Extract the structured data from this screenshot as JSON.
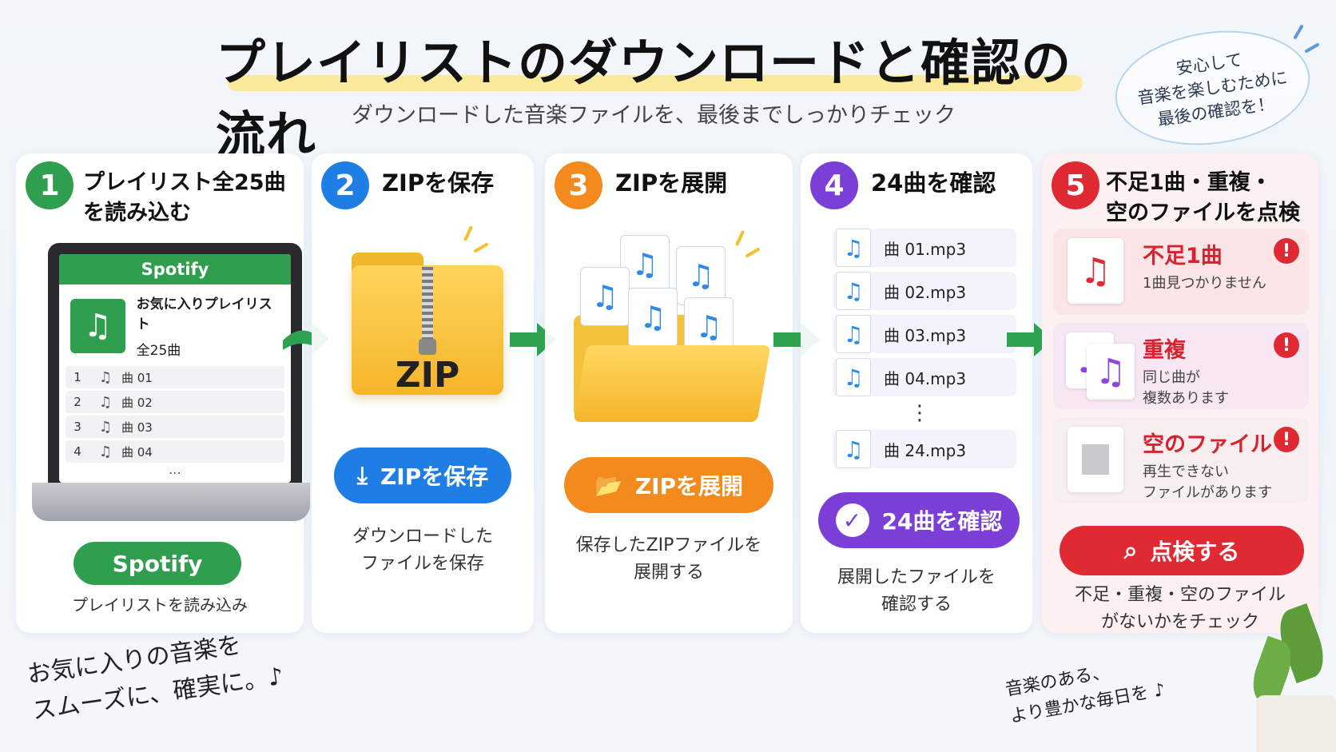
{
  "header": {
    "title": "プレイリストのダウンロードと確認の流れ",
    "subtitle": "ダウンロードした音楽ファイルを、最後までしっかりチェック",
    "bubble_text": "安心して\n音楽を楽しむために\n最後の確認を！"
  },
  "colors": {
    "green": "#2f9e4f",
    "blue": "#1e7ee6",
    "orange": "#f28a1e",
    "purple": "#7b3fd8",
    "red": "#e02a33",
    "arrow": "#2da351"
  },
  "steps": [
    {
      "number": "1",
      "title": "プレイリスト全25曲\nを読み込む",
      "app_name": "Spotify",
      "playlist_name": "お気に入りプレイリスト",
      "playlist_count": "全25曲",
      "tracks": [
        {
          "n": "1",
          "name": "曲 01"
        },
        {
          "n": "2",
          "name": "曲 02"
        },
        {
          "n": "3",
          "name": "曲 03"
        },
        {
          "n": "4",
          "name": "曲 04"
        }
      ],
      "more": "⋯",
      "button_label": "Spotify",
      "description": "プレイリストを読み込み"
    },
    {
      "number": "2",
      "title": "ZIPを保存",
      "folder_label": "ZIP",
      "button_label": "ZIPを保存",
      "button_icon": "download-icon",
      "description": "ダウンロードした\nファイルを保存"
    },
    {
      "number": "3",
      "title": "ZIPを展開",
      "button_label": "ZIPを展開",
      "button_icon": "folder-open-icon",
      "description": "保存したZIPファイルを\n展開する"
    },
    {
      "number": "4",
      "title": "24曲を確認",
      "files": [
        "曲 01.mp3",
        "曲 02.mp3",
        "曲 03.mp3",
        "曲 04.mp3"
      ],
      "ellipsis": "⋮",
      "last_file": "曲 24.mp3",
      "button_label": "24曲を確認",
      "button_icon": "check-circle-icon",
      "description": "展開したファイルを\n確認する"
    },
    {
      "number": "5",
      "title": "不足1曲・重複・\n空のファイルを点検",
      "problems": [
        {
          "title": "不足1曲",
          "text": "1曲見つかりません",
          "icon": "music-file-icon"
        },
        {
          "title": "重複",
          "text": "同じ曲が\n複数あります",
          "icon": "duplicate-files-icon"
        },
        {
          "title": "空のファイル",
          "text": "再生できない\nファイルがあります",
          "icon": "empty-file-icon"
        }
      ],
      "alert_mark": "!",
      "button_label": "点検する",
      "button_icon": "search-icon",
      "description": "不足・重複・空のファイル\nがないかをチェック"
    }
  ],
  "footer": {
    "left_note": "お気に入りの音楽を\nスムーズに、確実に。♪",
    "right_note": "音楽のある、\nより豊かな毎日を ♪"
  }
}
